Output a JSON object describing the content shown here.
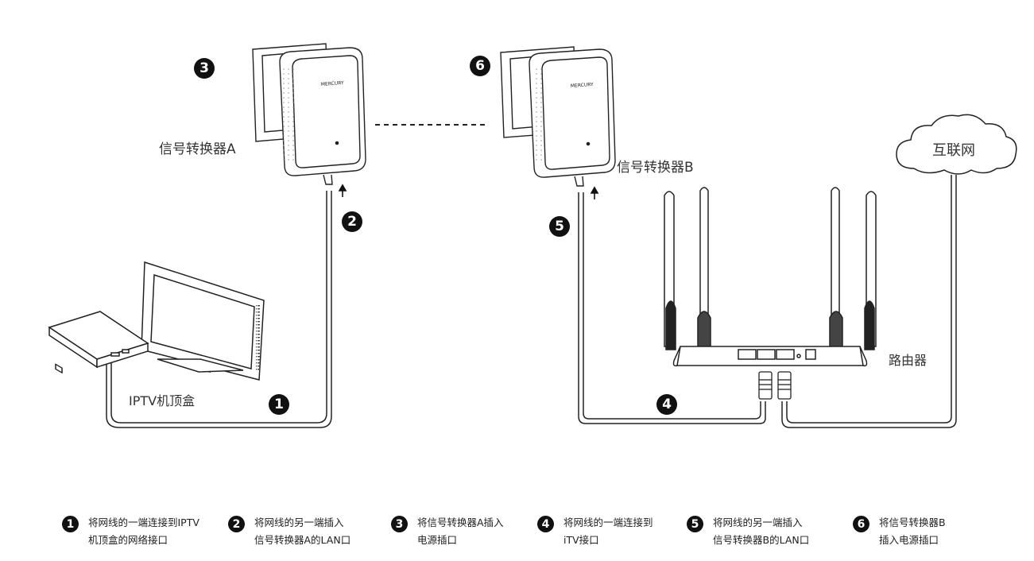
{
  "devices": {
    "adapter_a_label": "信号转换器A",
    "adapter_b_label": "信号转换器B",
    "internet_label": "互联网",
    "router_label": "路由器",
    "iptv_label": "IPTV机顶盒",
    "brand": "MERCURY"
  },
  "markers": [
    "1",
    "2",
    "3",
    "4",
    "5",
    "6"
  ],
  "steps": [
    {
      "num": "1",
      "line1": "将网线的一端连接到IPTV",
      "line2": "机顶盒的网络接口"
    },
    {
      "num": "2",
      "line1": "将网线的另一端插入",
      "line2": "信号转换器A的LAN口"
    },
    {
      "num": "3",
      "line1": "将信号转换器A插入",
      "line2": "电源插口"
    },
    {
      "num": "4",
      "line1": "将网线的一端连接到",
      "line2": "iTV接口"
    },
    {
      "num": "5",
      "line1": "将网线的另一端插入",
      "line2": "信号转换器B的LAN口"
    },
    {
      "num": "6",
      "line1": "将信号转换器B",
      "line2": "插入电源插口"
    }
  ]
}
